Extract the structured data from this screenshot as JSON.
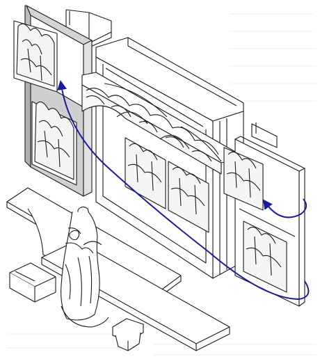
{
  "figure": {
    "kind": "exploded altarpiece line drawing",
    "colors": {
      "ink": "#1a1a1a",
      "wing_fill": "#cfcfcf",
      "arrow": "#1a1aa0",
      "paper": "#ffffff",
      "faint_text": "#e6e6e6"
    },
    "components": [
      "left-wing",
      "back-panel",
      "shrine-case",
      "tracery-canopy",
      "shrine-relief-left",
      "shrine-relief-right",
      "right-wing",
      "predella-shelf",
      "madonna-statue",
      "pedestal-block",
      "base-plinth",
      "small-console"
    ],
    "arrows": [
      "left-wing-swing-arrow",
      "right-wing-swing-arrow"
    ]
  }
}
